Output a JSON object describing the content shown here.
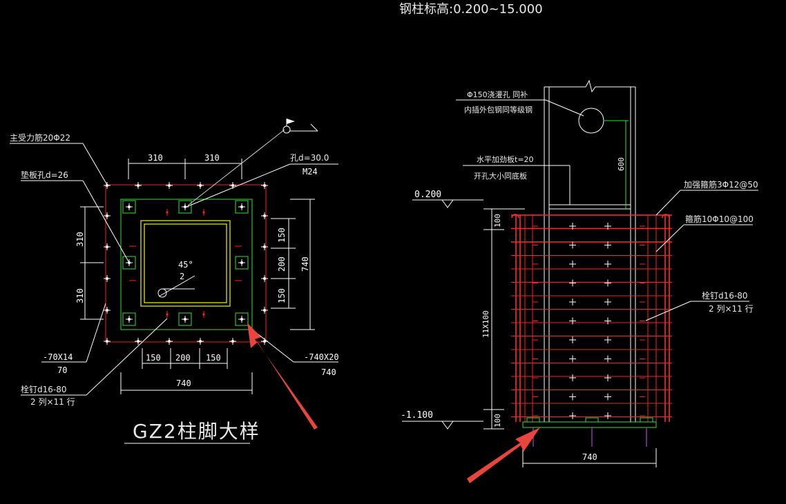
{
  "title_top": "钢柱标高:0.200~15.000",
  "left_detail": {
    "title": "GZ2柱脚大样",
    "labels": {
      "main_rebar": "主受力筋20Φ22",
      "pad_hole": "垫板孔d=26",
      "hole": "孔d=30.0",
      "bolt": "M24",
      "angle": "45°",
      "weld": "2",
      "rib": "-70X14",
      "rib_val": "70",
      "plate": "-740X20",
      "plate_val": "740",
      "stud": "栓钉d16-80",
      "stud_grid": "2 列×11 行"
    },
    "dims": {
      "top_a": "310",
      "top_b": "310",
      "left_a": "310",
      "left_b": "310",
      "right_a": "150",
      "right_b": "200",
      "right_c": "150",
      "right_total": "740",
      "bot_a": "150",
      "bot_b": "200",
      "bot_c": "150",
      "bot_total": "740"
    }
  },
  "right_detail": {
    "labels": {
      "hole_note": "Φ150浇灌孔 同补",
      "hole_note2": "内插外包钢同等级钢",
      "stiffener": "水平加劲板t=20",
      "stiffener2": "开孔大小同底板",
      "elev_top": "0.200",
      "elev_bot": "-1.100",
      "stirrup_strong": "加强箍筋3Φ12@50",
      "stirrup": "箍筋10Φ10@100",
      "stud": "栓钉d16-80",
      "stud_grid": "2 列×11 行"
    },
    "dims": {
      "hole_height": "600",
      "top": "100",
      "middle": "11X100",
      "bottom": "100",
      "width": "740"
    }
  },
  "colors": {
    "background": "#000000",
    "rebar": "#ff2020",
    "plate": "#2ee62e",
    "column": "#f2f21a",
    "pointer_arrow": "#e8463c",
    "anchor": "#b040d0"
  }
}
